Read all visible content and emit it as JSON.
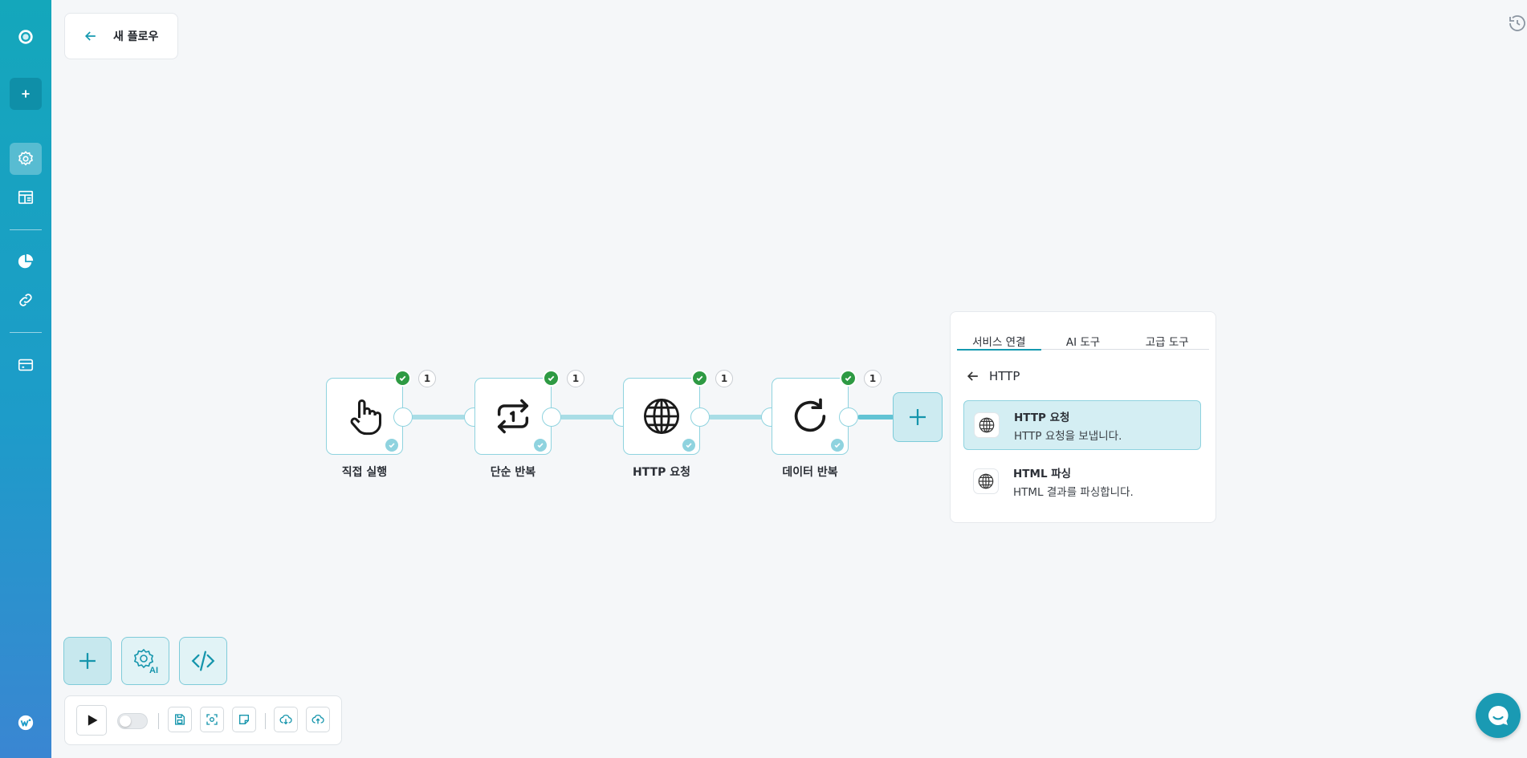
{
  "app": {
    "flow_title": "새 플로우"
  },
  "sidebar": {
    "items": [
      "logo-icon",
      "add-icon",
      "settings-icon",
      "layout-icon",
      "chart-icon",
      "link-icon",
      "card-icon",
      "brand-icon"
    ]
  },
  "flow": {
    "nodes": [
      {
        "label": "직접 실행",
        "count": "1",
        "icon": "hand-pointer-icon"
      },
      {
        "label": "단순 반복",
        "count": "1",
        "icon": "repeat-icon"
      },
      {
        "label": "HTTP 요청",
        "count": "1",
        "icon": "globe-icon"
      },
      {
        "label": "데이터 반복",
        "count": "1",
        "icon": "refresh-icon"
      }
    ]
  },
  "panel": {
    "tabs": [
      "서비스 연결",
      "AI 도구",
      "고급 도구"
    ],
    "active_tab": "서비스 연결",
    "breadcrumb": "HTTP",
    "options": [
      {
        "title": "HTTP 요청",
        "desc": "HTTP 요청을 보냅니다.",
        "selected": true
      },
      {
        "title": "HTML 파싱",
        "desc": "HTML 결과를 파싱합니다.",
        "selected": false
      }
    ]
  },
  "tools": {
    "ai_badge": "AI"
  },
  "colors": {
    "accent": "#1599b0",
    "success": "#2e9a43",
    "node_border": "#8fd3df"
  }
}
